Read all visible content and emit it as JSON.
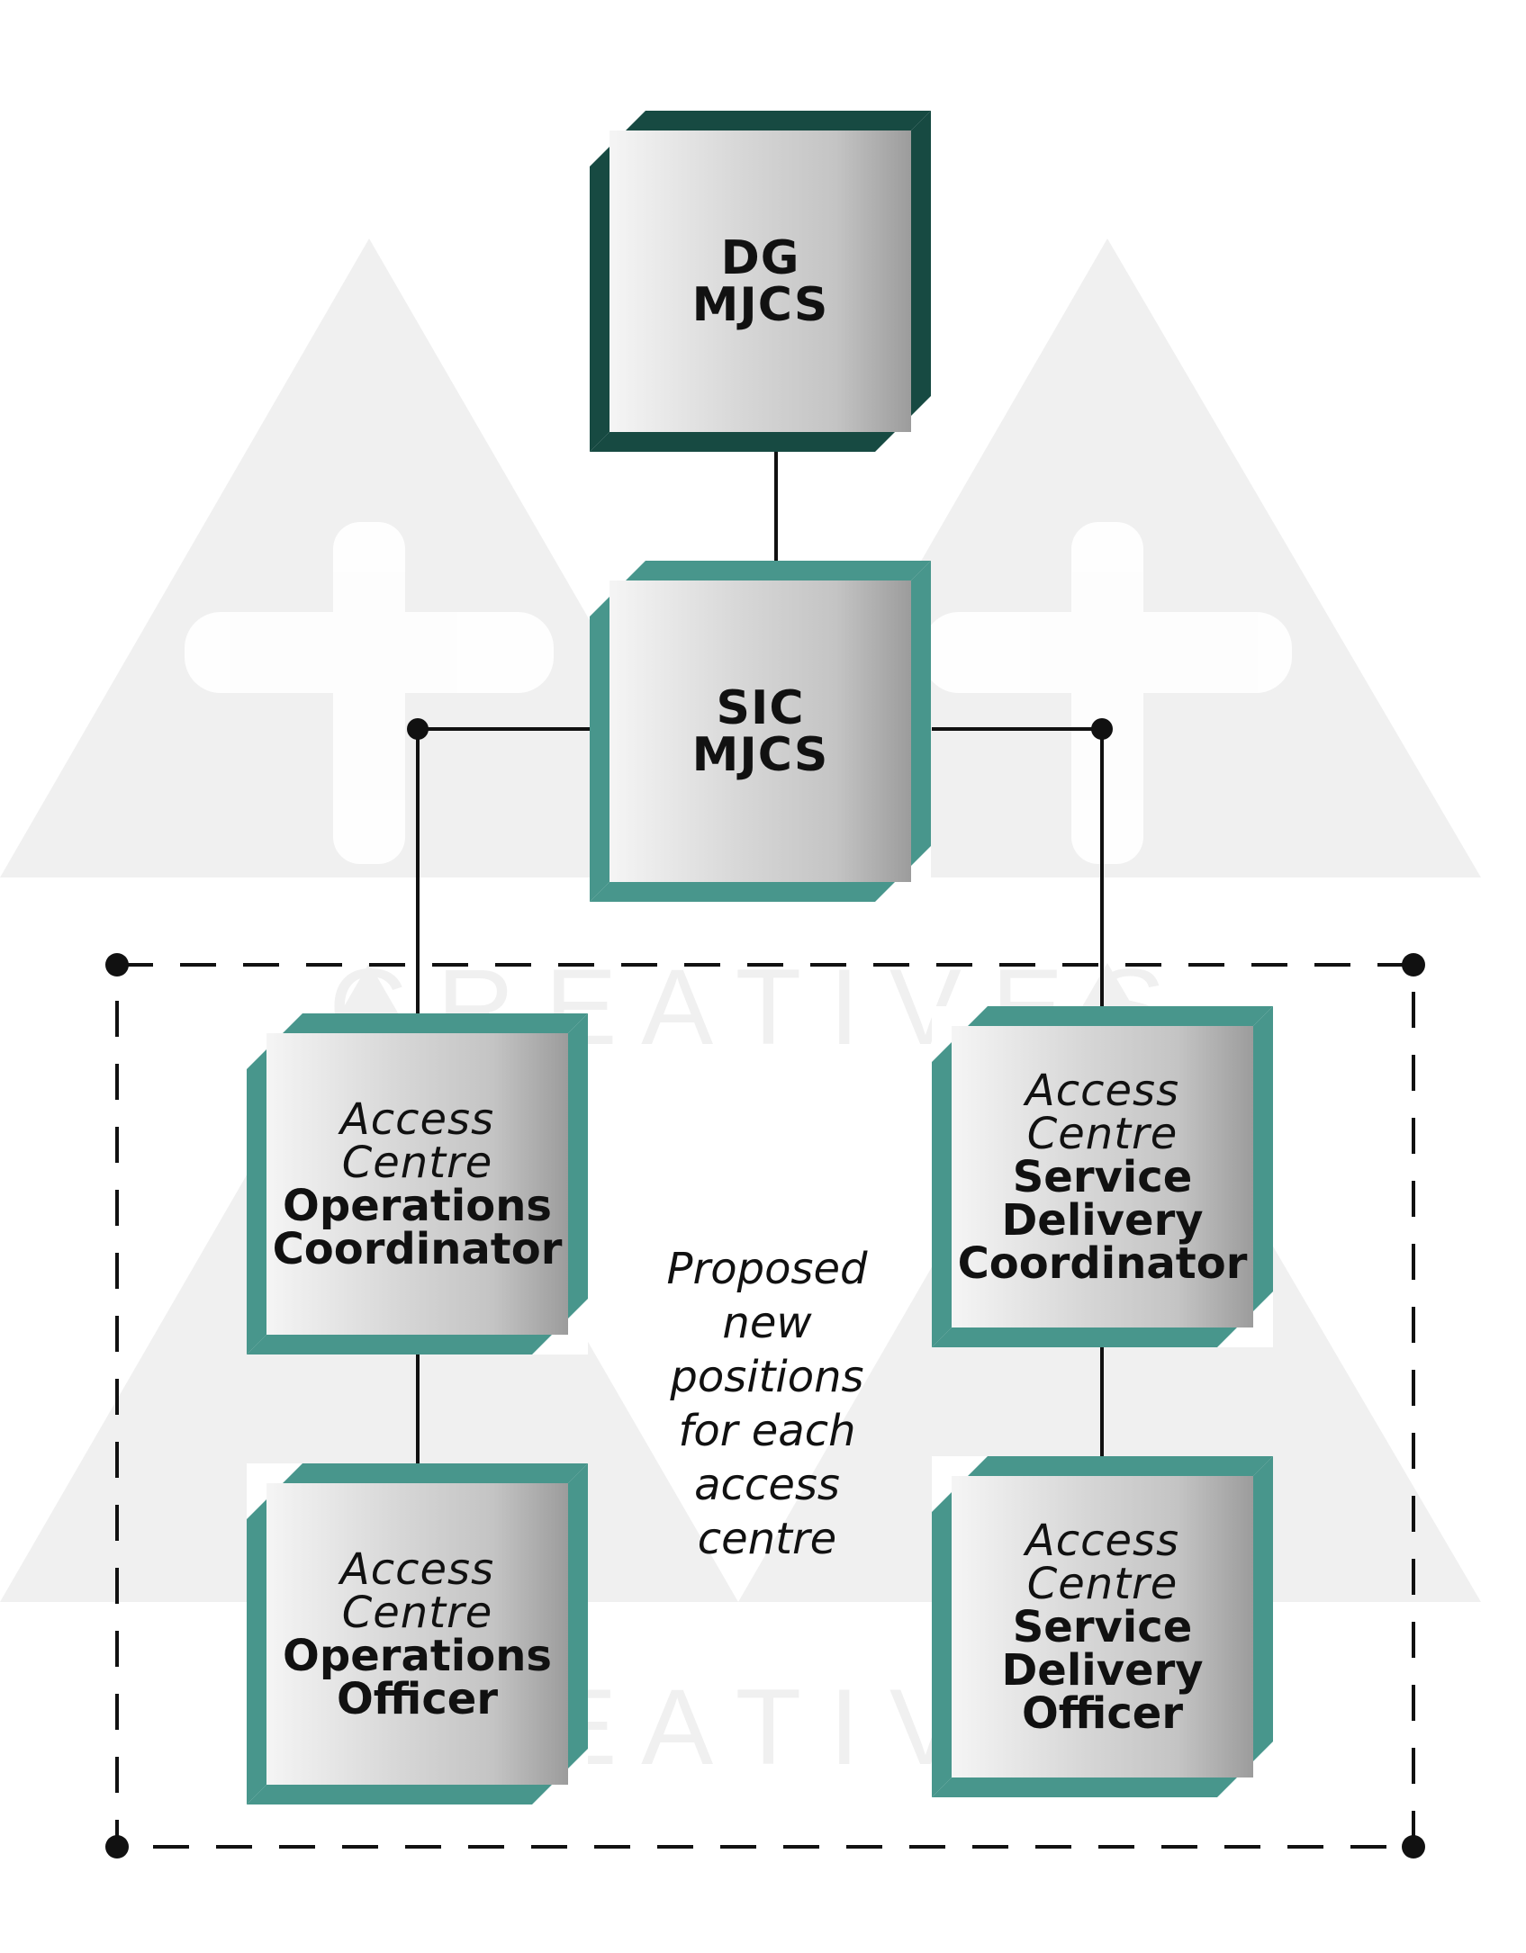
{
  "nodes": {
    "dg": {
      "lines": [
        {
          "text": "DG",
          "style": "bold"
        },
        {
          "text": "MJCS",
          "style": "bold"
        }
      ]
    },
    "sic": {
      "lines": [
        {
          "text": "SIC",
          "style": "bold"
        },
        {
          "text": "MJCS",
          "style": "bold"
        }
      ]
    },
    "ops_coord": {
      "lines": [
        {
          "text": "Access",
          "style": "italic"
        },
        {
          "text": "Centre",
          "style": "italic"
        },
        {
          "text": "Operations",
          "style": "bold"
        },
        {
          "text": "Coordinator",
          "style": "bold"
        }
      ]
    },
    "svc_coord": {
      "lines": [
        {
          "text": "Access",
          "style": "italic"
        },
        {
          "text": "Centre",
          "style": "italic"
        },
        {
          "text": "Service",
          "style": "bold"
        },
        {
          "text": "Delivery",
          "style": "bold"
        },
        {
          "text": "Coordinator",
          "style": "bold"
        }
      ]
    },
    "ops_officer": {
      "lines": [
        {
          "text": "Access",
          "style": "italic"
        },
        {
          "text": "Centre",
          "style": "italic"
        },
        {
          "text": "Operations",
          "style": "bold"
        },
        {
          "text": "Officer",
          "style": "bold"
        }
      ]
    },
    "svc_officer": {
      "lines": [
        {
          "text": "Access",
          "style": "italic"
        },
        {
          "text": "Centre",
          "style": "italic"
        },
        {
          "text": "Service",
          "style": "bold"
        },
        {
          "text": "Delivery",
          "style": "bold"
        },
        {
          "text": "Officer",
          "style": "bold"
        }
      ]
    }
  },
  "note": {
    "lines": [
      "Proposed",
      "new",
      "positions",
      "for each",
      "access",
      "centre"
    ]
  },
  "watermark": {
    "text": "C R E A T I V E S"
  },
  "colors": {
    "frame_dark": "#174a42",
    "frame_teal": "#48968c",
    "watermark": "#f0f0f0",
    "line": "#111111"
  }
}
